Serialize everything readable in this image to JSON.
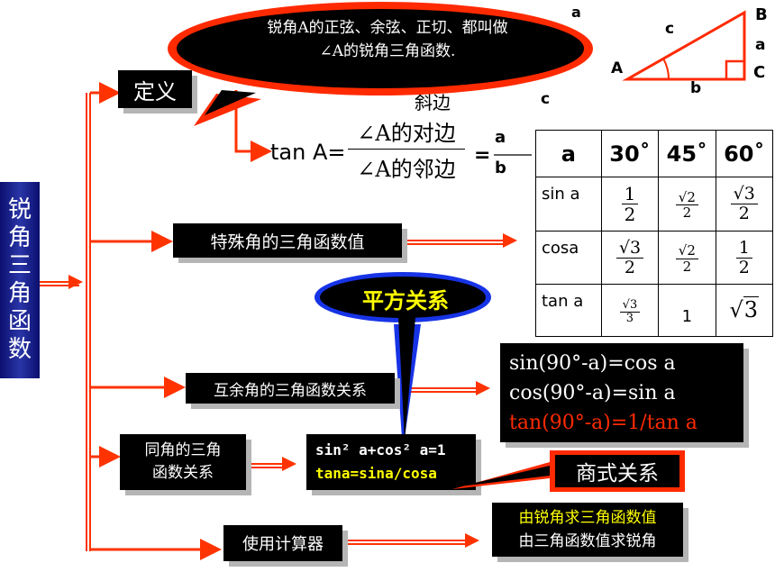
{
  "title_vertical": [
    "锐",
    "角",
    "三",
    "角",
    "函",
    "数"
  ],
  "bubble_red_text_line1": "锐角A的正弦、余弦、正切、都叫做",
  "bubble_red_text_line2": "∠A的锐角三角函数.",
  "definition_label": "定义",
  "partial_hypotenuse": "斜边",
  "partial_a_top": "a",
  "partial_c_left": "c",
  "tan_formula": {
    "lhs": "tan A=",
    "numerator": "∠A的对边",
    "denominator": "∠A的邻边",
    "eq": "=",
    "rhs_num": "a",
    "rhs_den": "b"
  },
  "triangle_labels": {
    "B": "B",
    "C": "C",
    "A": "A",
    "a": "a",
    "b": "b",
    "c": "c"
  },
  "special_angles_label": "特殊角的三角函数值",
  "square_relation_label": "平方关系",
  "complementary_label": "互余角的三角函数关系",
  "same_angle_label_line1": "同角的三角",
  "same_angle_label_line2": "函数关系",
  "calculator_label": "使用计算器",
  "identities": {
    "line1": "sin² a+cos² a=1",
    "line2": "tana=sina/cosa"
  },
  "complementary_formulas": {
    "line1": "sin(90°-a)=cos a",
    "line2": "cos(90°-a)=sin a",
    "line3": "tan(90°-a)=1/tan a"
  },
  "quotient_label": "商式关系",
  "calculator_result": {
    "line1": "由锐角求三角函数值",
    "line2": "由三角函数值求锐角"
  },
  "table": {
    "header": [
      "a",
      "30˚",
      "45˚",
      "60˚"
    ],
    "rows": [
      {
        "label": "sin a",
        "c30": {
          "num": "1",
          "den": "2"
        },
        "c45": {
          "num_root": "2",
          "den": "2"
        },
        "c60": {
          "num_root": "3",
          "den": "2"
        }
      },
      {
        "label": "cosa",
        "c30": {
          "num_root": "3",
          "den": "2"
        },
        "c45": {
          "num_root": "2",
          "den": "2"
        },
        "c60": {
          "num": "1",
          "den": "2"
        }
      },
      {
        "label": "tan a",
        "c30": {
          "num_root": "3",
          "den": "3"
        },
        "c45": {
          "value": "1"
        },
        "c60": {
          "root": "3"
        }
      }
    ]
  },
  "colors": {
    "arrow": "#ff3300",
    "box": "#000000",
    "blue_outline": "#1733e6",
    "yellow": "#ffff00",
    "red_text": "#ff2a00",
    "title_bg": "#1a2490"
  }
}
